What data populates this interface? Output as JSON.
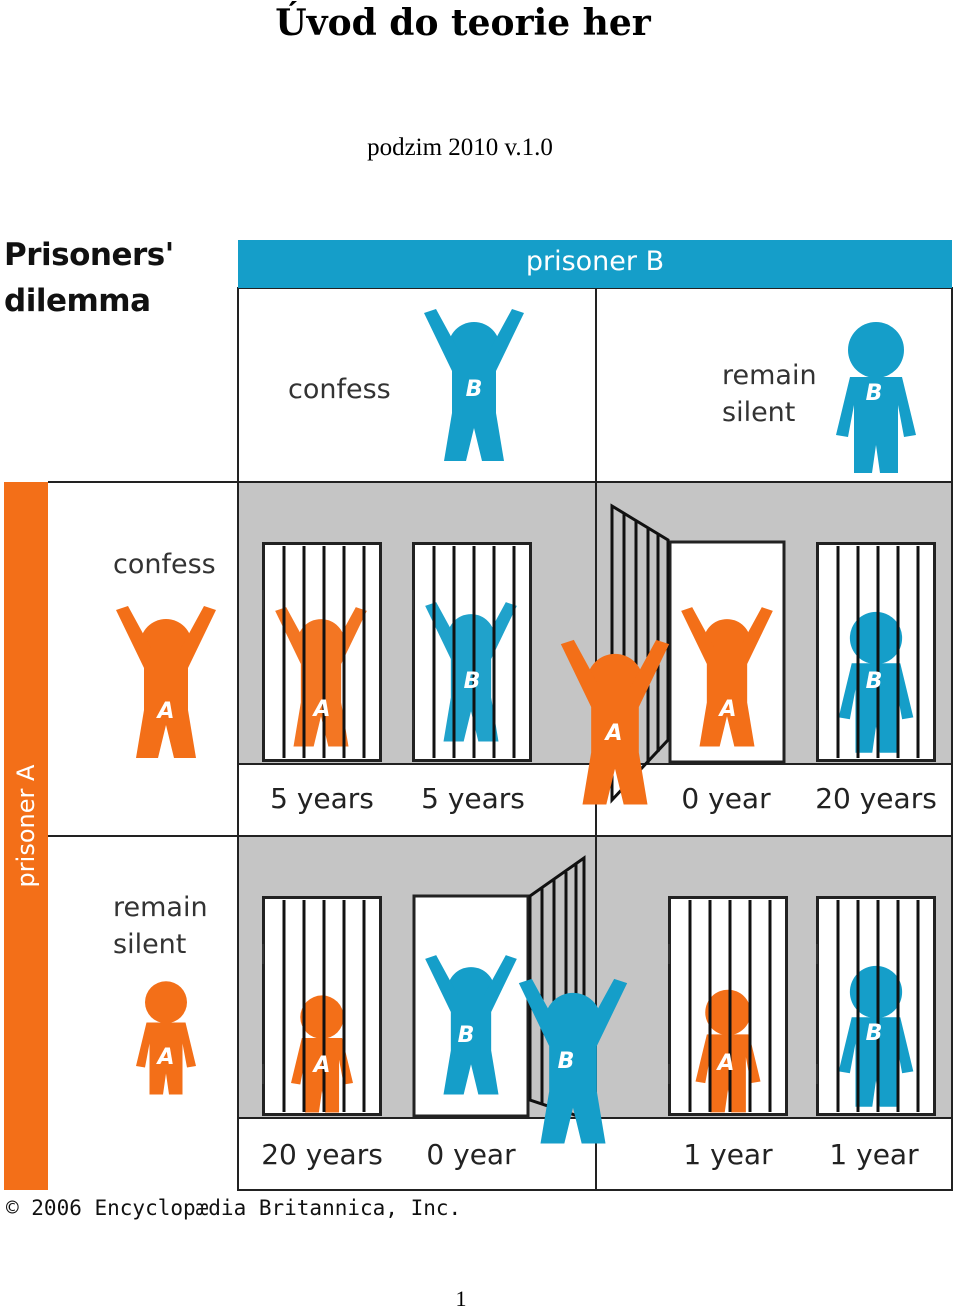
{
  "header": {
    "title": "Úvod do teorie her",
    "subtitle": "podzim 2010 v.1.0"
  },
  "figure": {
    "title_line1": "Prisoners'",
    "title_line2": "dilemma",
    "prisoner_b_label": "prisoner B",
    "prisoner_a_label": "prisoner A",
    "b_options": {
      "confess": "confess",
      "silent_line1": "remain",
      "silent_line2": "silent"
    },
    "a_options": {
      "confess": "confess",
      "silent_line1": "remain",
      "silent_line2": "silent"
    },
    "outcomes": {
      "cc": {
        "a": "5 years",
        "b": "5 years"
      },
      "cs": {
        "a": "0 year",
        "b": "20 years"
      },
      "sc": {
        "a": "20 years",
        "b": "0 year"
      },
      "ss": {
        "a": "1 year",
        "b": "1 year"
      }
    },
    "figure_letters": {
      "a": "A",
      "b": "B"
    },
    "credit": "© 2006 Encyclopædia Britannica, Inc.",
    "colors": {
      "blue": "#159ec9",
      "orange": "#f36f18",
      "gray": "#c5c5c5"
    }
  },
  "footer": {
    "page_number": "1"
  }
}
